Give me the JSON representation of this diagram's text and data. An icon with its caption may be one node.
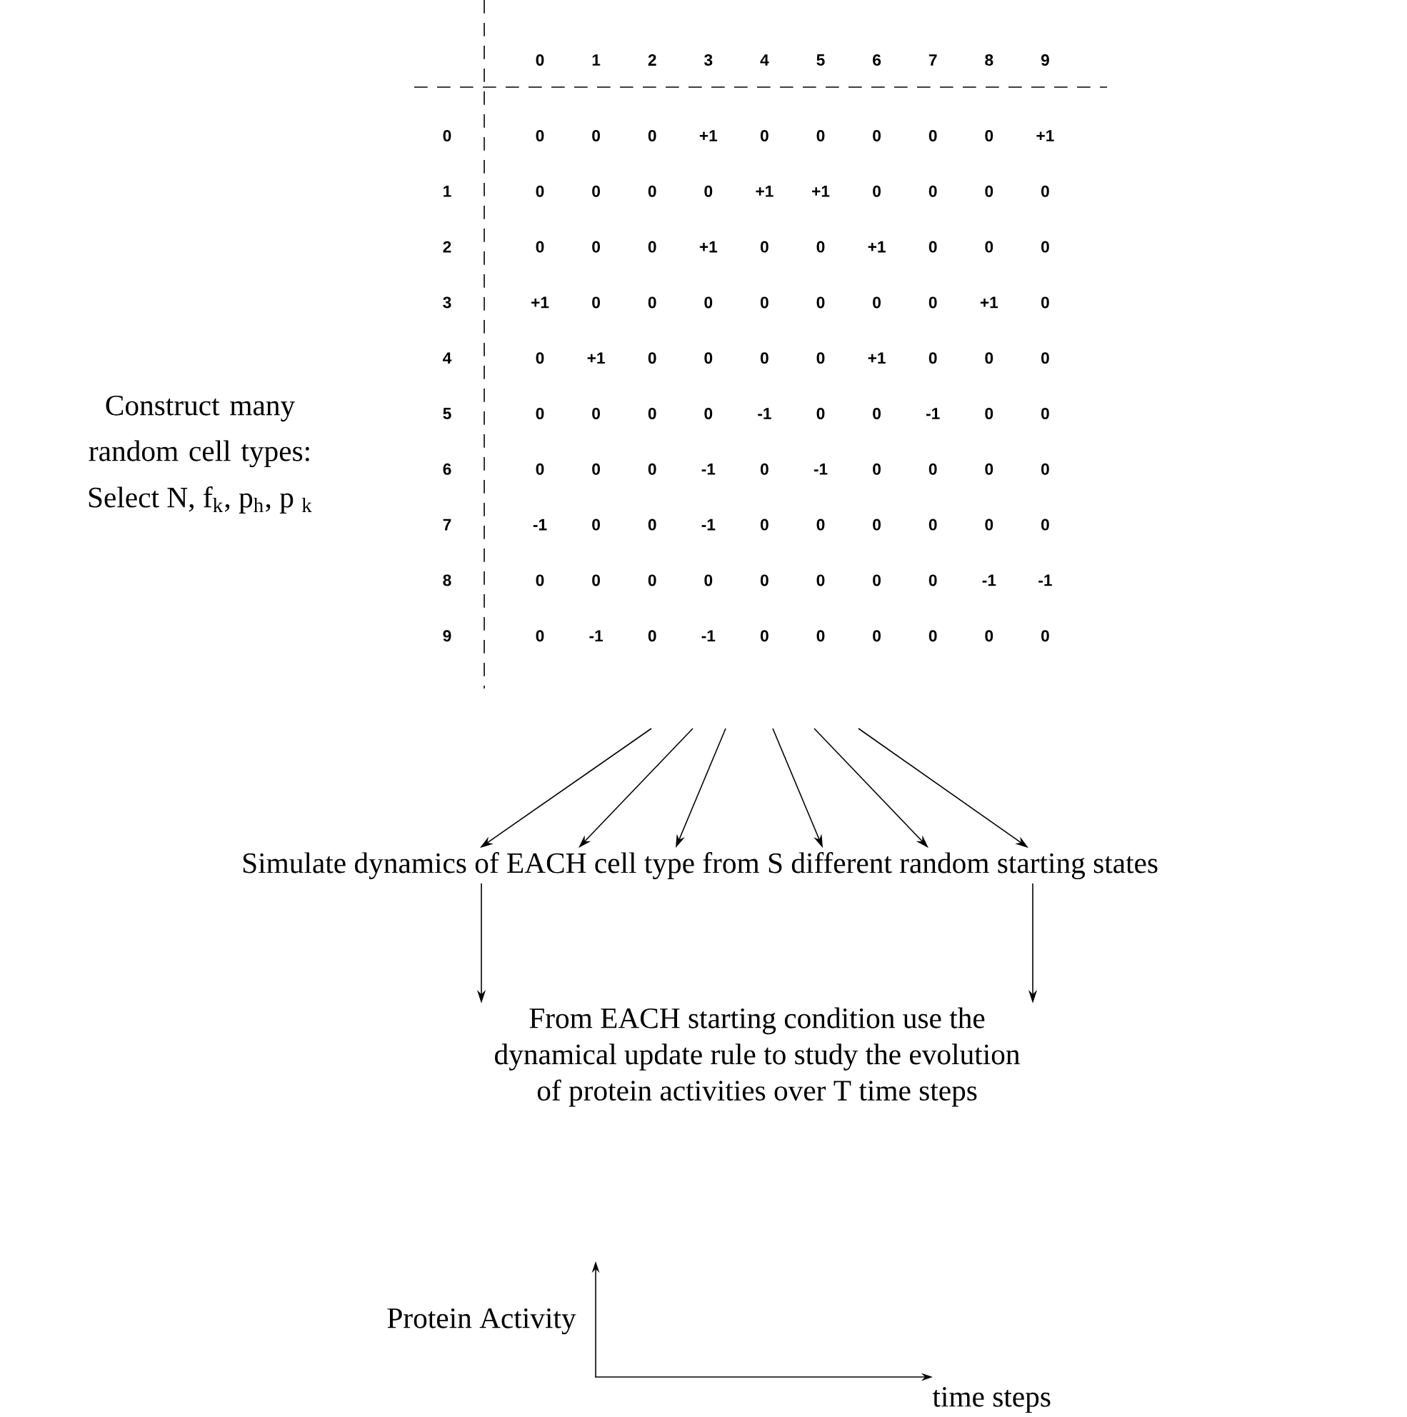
{
  "diagram": {
    "nodes": [
      {
        "text": [
          "Simulate dynamics of EACH cell type from S different random starting states"
        ]
      },
      {
        "text": [
          "From EACH starting condition use the dynamical update rule to study the evolution of protein activities over T time steps"
        ]
      }
    ],
    "edges": [
      {
        "from": null,
        "to": 0,
        "arrow": "to"
      },
      {
        "from": null,
        "to": 0,
        "arrow": "to"
      },
      {
        "from": null,
        "to": 0,
        "arrow": "to"
      },
      {
        "from": null,
        "to": 0,
        "arrow": "to"
      },
      {
        "from": null,
        "to": 0,
        "arrow": "to"
      },
      {
        "from": null,
        "to": 0,
        "arrow": "to"
      },
      {
        "from": 0,
        "to": 1,
        "arrow": "to"
      },
      {
        "from": 0,
        "to": 1,
        "arrow": "to"
      }
    ],
    "labels": [
      "Construct many random cell types:",
      "Select N, f$_{k}$, p$_{h}$, p $_{k}$",
      "0",
      "1",
      "2",
      "3",
      "4",
      "5",
      "6",
      "7",
      "8",
      "9",
      "0",
      "0",
      "0",
      "0",
      "+1",
      "0",
      "0",
      "0",
      "0",
      "0",
      "+1",
      "1",
      "0",
      "0",
      "0",
      "0",
      "+1",
      "+1",
      "0",
      "0",
      "0",
      "0",
      "2",
      "0",
      "0",
      "0",
      "+1",
      "0",
      "0",
      "+1",
      "0",
      "0",
      "0",
      "3",
      "+1",
      "0",
      "0",
      "0",
      "0",
      "0",
      "0",
      "0",
      "+1",
      "0",
      "4",
      "0",
      "+1",
      "0",
      "0",
      "0",
      "0",
      "+1",
      "0",
      "0",
      "0",
      "5",
      "0",
      "0",
      "0",
      "0",
      "-1",
      "0",
      "0",
      "-1",
      "0",
      "0",
      "6",
      "0",
      "0",
      "0",
      "-1",
      "0",
      "-1",
      "0",
      "0",
      "0",
      "0",
      "7",
      "-1",
      "0",
      "0",
      "-1",
      "0",
      "0",
      "0",
      "0",
      "0",
      "0",
      "8",
      "0",
      "0",
      "0",
      "0",
      "0",
      "0",
      "0",
      "0",
      "-1",
      "-1",
      "9",
      "0",
      "-1",
      "0",
      "-1",
      "0",
      "0",
      "0",
      "0",
      "0",
      "0",
      "Protein Activity",
      "time steps"
    ]
  }
}
